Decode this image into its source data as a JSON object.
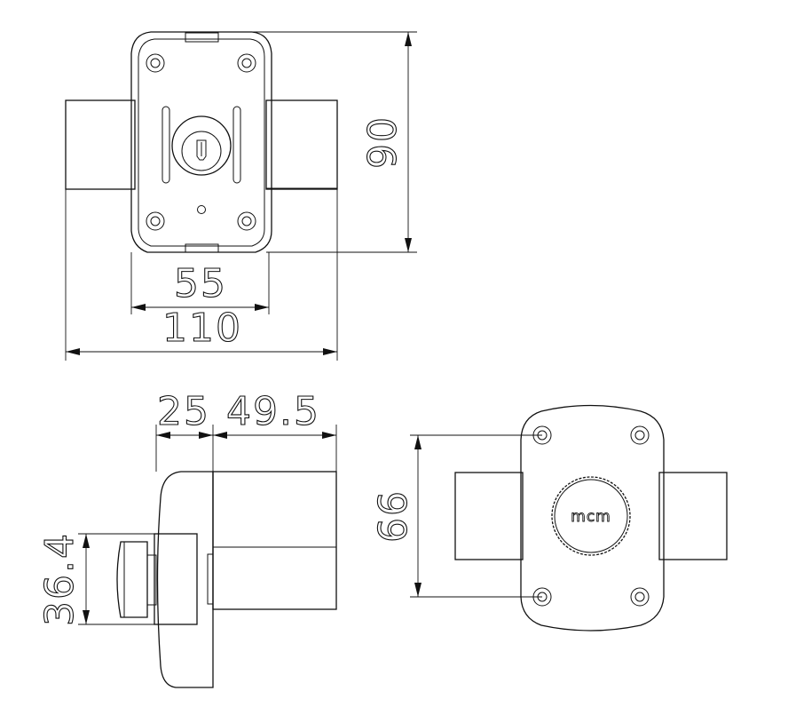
{
  "front_view": {
    "dim_width_body": "55",
    "dim_width_total": "110",
    "dim_height": "90"
  },
  "side_view": {
    "dim_depth_front": "25",
    "dim_depth_body": "49.5",
    "dim_knob": "36.4"
  },
  "back_view": {
    "dim_hole_spacing": "66",
    "logo": "mcm"
  }
}
